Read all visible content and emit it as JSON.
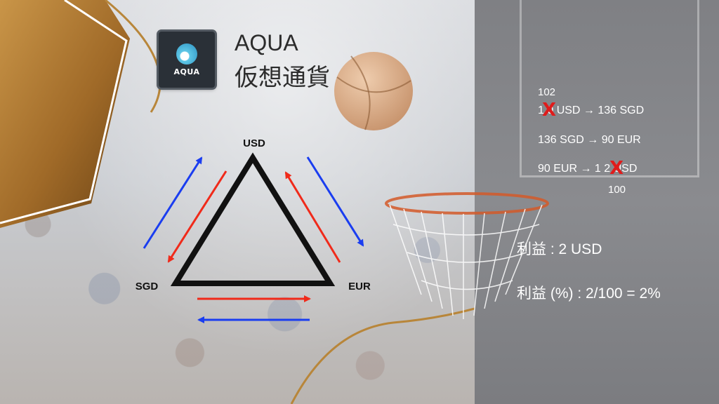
{
  "header": {
    "logo_text": "AQUA",
    "title_line1": "AQUA",
    "title_line2": "仮想通貨"
  },
  "diagram": {
    "nodes": {
      "top": "USD",
      "left": "SGD",
      "right": "EUR"
    },
    "colors": {
      "triangle": "#111111",
      "forward_arrow": "#1a3df0",
      "reverse_arrow": "#f02a1a"
    }
  },
  "calculation": {
    "line1_note": "102",
    "line1": "1 0 USD → 136 SGD",
    "line2": "136 SGD → 90 EUR",
    "line3": "90 EUR → 1 2 USD",
    "line3_note": "100",
    "profit": "利益 : 2 USD",
    "profit_pct": "利益 (%) : 2/100 = 2%",
    "strike_mark": "X",
    "strike_color": "#e01b1b"
  },
  "theme": {
    "gold": "#b8863a",
    "panel": "#818286"
  }
}
